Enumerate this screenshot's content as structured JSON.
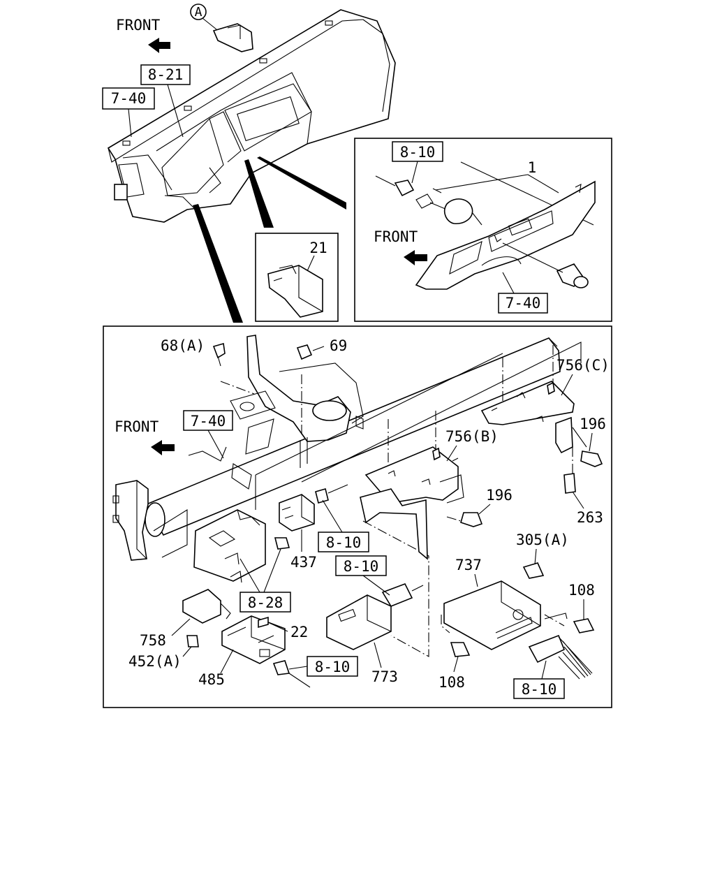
{
  "direction": {
    "front": "FRONT"
  },
  "refs": {
    "top_a": "A",
    "r_8_21": "8-21",
    "r_7_40_top": "7-40",
    "r_8_10_inset": "8-10",
    "r_7_40_inset": "7-40",
    "r_7_40_main": "7-40",
    "r_8_10_a": "8-10",
    "r_8_10_b": "8-10",
    "r_8_28": "8-28",
    "r_8_10_c": "8-10",
    "r_8_10_d": "8-10"
  },
  "parts": {
    "p1": "1",
    "p21": "21",
    "p68a": "68(A)",
    "p69": "69",
    "p756c": "756(C)",
    "p196a": "196",
    "p756b": "756(B)",
    "p196b": "196",
    "p263": "263",
    "p305a": "305(A)",
    "p737": "737",
    "p108a": "108",
    "p108b": "108",
    "p437": "437",
    "p758": "758",
    "p452a": "452(A)",
    "p485": "485",
    "p22": "22",
    "p773": "773"
  }
}
